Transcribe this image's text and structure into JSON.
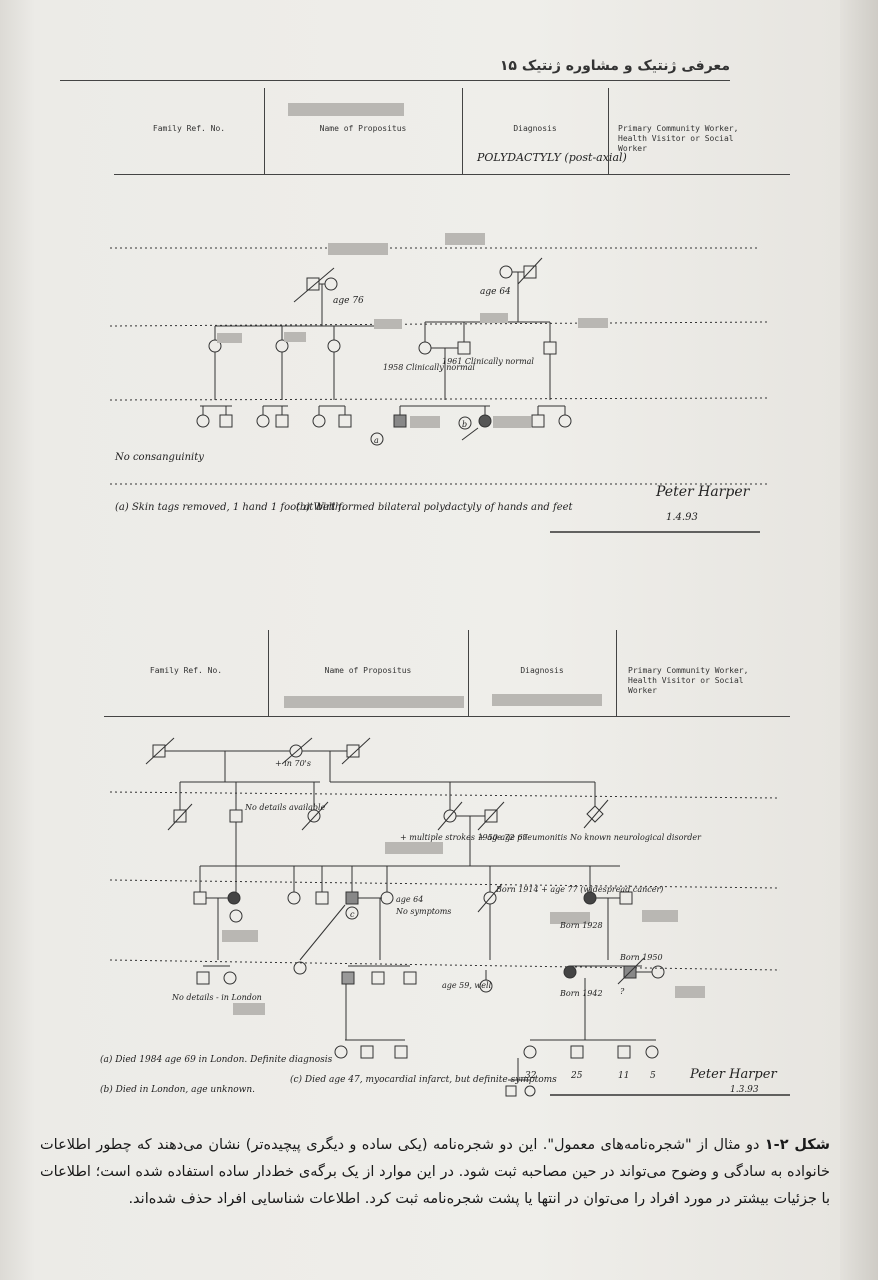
{
  "header": {
    "title": "معرفی ژنتیک و مشاوره ژنتیک ۱۵"
  },
  "forms": [
    {
      "family_ref_label": "Family Ref. No.",
      "propositus_label": "Name of Propositus",
      "diagnosis_label": "Diagnosis",
      "worker_label": "Primary Community Worker, Health Visitor or Social Worker",
      "diagnosis_value": "POLYDACTYLY (post-axial)",
      "notes": {
        "age76": "age 76",
        "age64": "age 64",
        "b1958": "1958 Clinically normal",
        "b1961": "1961 Clinically normal",
        "consang": "No consanguinity",
        "a": "a",
        "b": "b",
        "note_a": "(a) Skin tags removed, 1 hand 1 foot at birth.",
        "note_b": "(b) Well formed bilateral polydactyly of hands and feet",
        "signature": "Peter Harper",
        "date": "1.4.93"
      }
    },
    {
      "family_ref_label": "Family Ref. No.",
      "propositus_label": "Name of Propositus",
      "diagnosis_label": "Diagnosis",
      "worker_label": "Primary Community Worker, Health Visitor or Social Worker",
      "notes": {
        "d70s": "+ in 70's",
        "nodetails1": "No details available",
        "multiple": "+ multiple strokes 1950 age 67",
        "pneumonitis": "+ age 72 pneumonitis",
        "noknown": "No known neurological disorder",
        "age64": "age 64",
        "nosymp": "No symptoms",
        "born1914": "Born 1914 + age 77 (widespread cancer)",
        "b1928": "Born 1928",
        "nodetails2": "No details - in London",
        "age59": "age 59, well",
        "born1942": "Born 1942",
        "born1950": "Born 1950",
        "q": "?",
        "c": "c",
        "ages": [
          "32",
          "25",
          "11",
          "5"
        ],
        "note_a": "(a) Died 1984 age 69 in London. Definite diagnosis",
        "note_b": "(b) Died in London, age unknown.",
        "note_c": "(c) Died age 47, myocardial infarct, but definite symptoms",
        "signature": "Peter Harper",
        "date": "1.3.93"
      }
    }
  ],
  "caption": {
    "label": "شکل ۲-۱",
    "text": " دو مثال از \"شجره‌نامه‌های معمول\". این دو شجره‌نامه (یکی ساده و دیگری پیچیده‌تر) نشان می‌دهند که چطور اطلاعات خانواده به سادگی و وضوح می‌تواند در حین مصاحبه ثبت شود. در این موارد از یک برگه‌ی خط‌دار ساده استفاده شده است؛ اطلاعات با جزئیات بیشتر در مورد افراد را می‌توان در انتها یا پشت شجره‌نامه ثبت کرد. اطلاعات شناسایی افراد حذف شده‌اند."
  }
}
